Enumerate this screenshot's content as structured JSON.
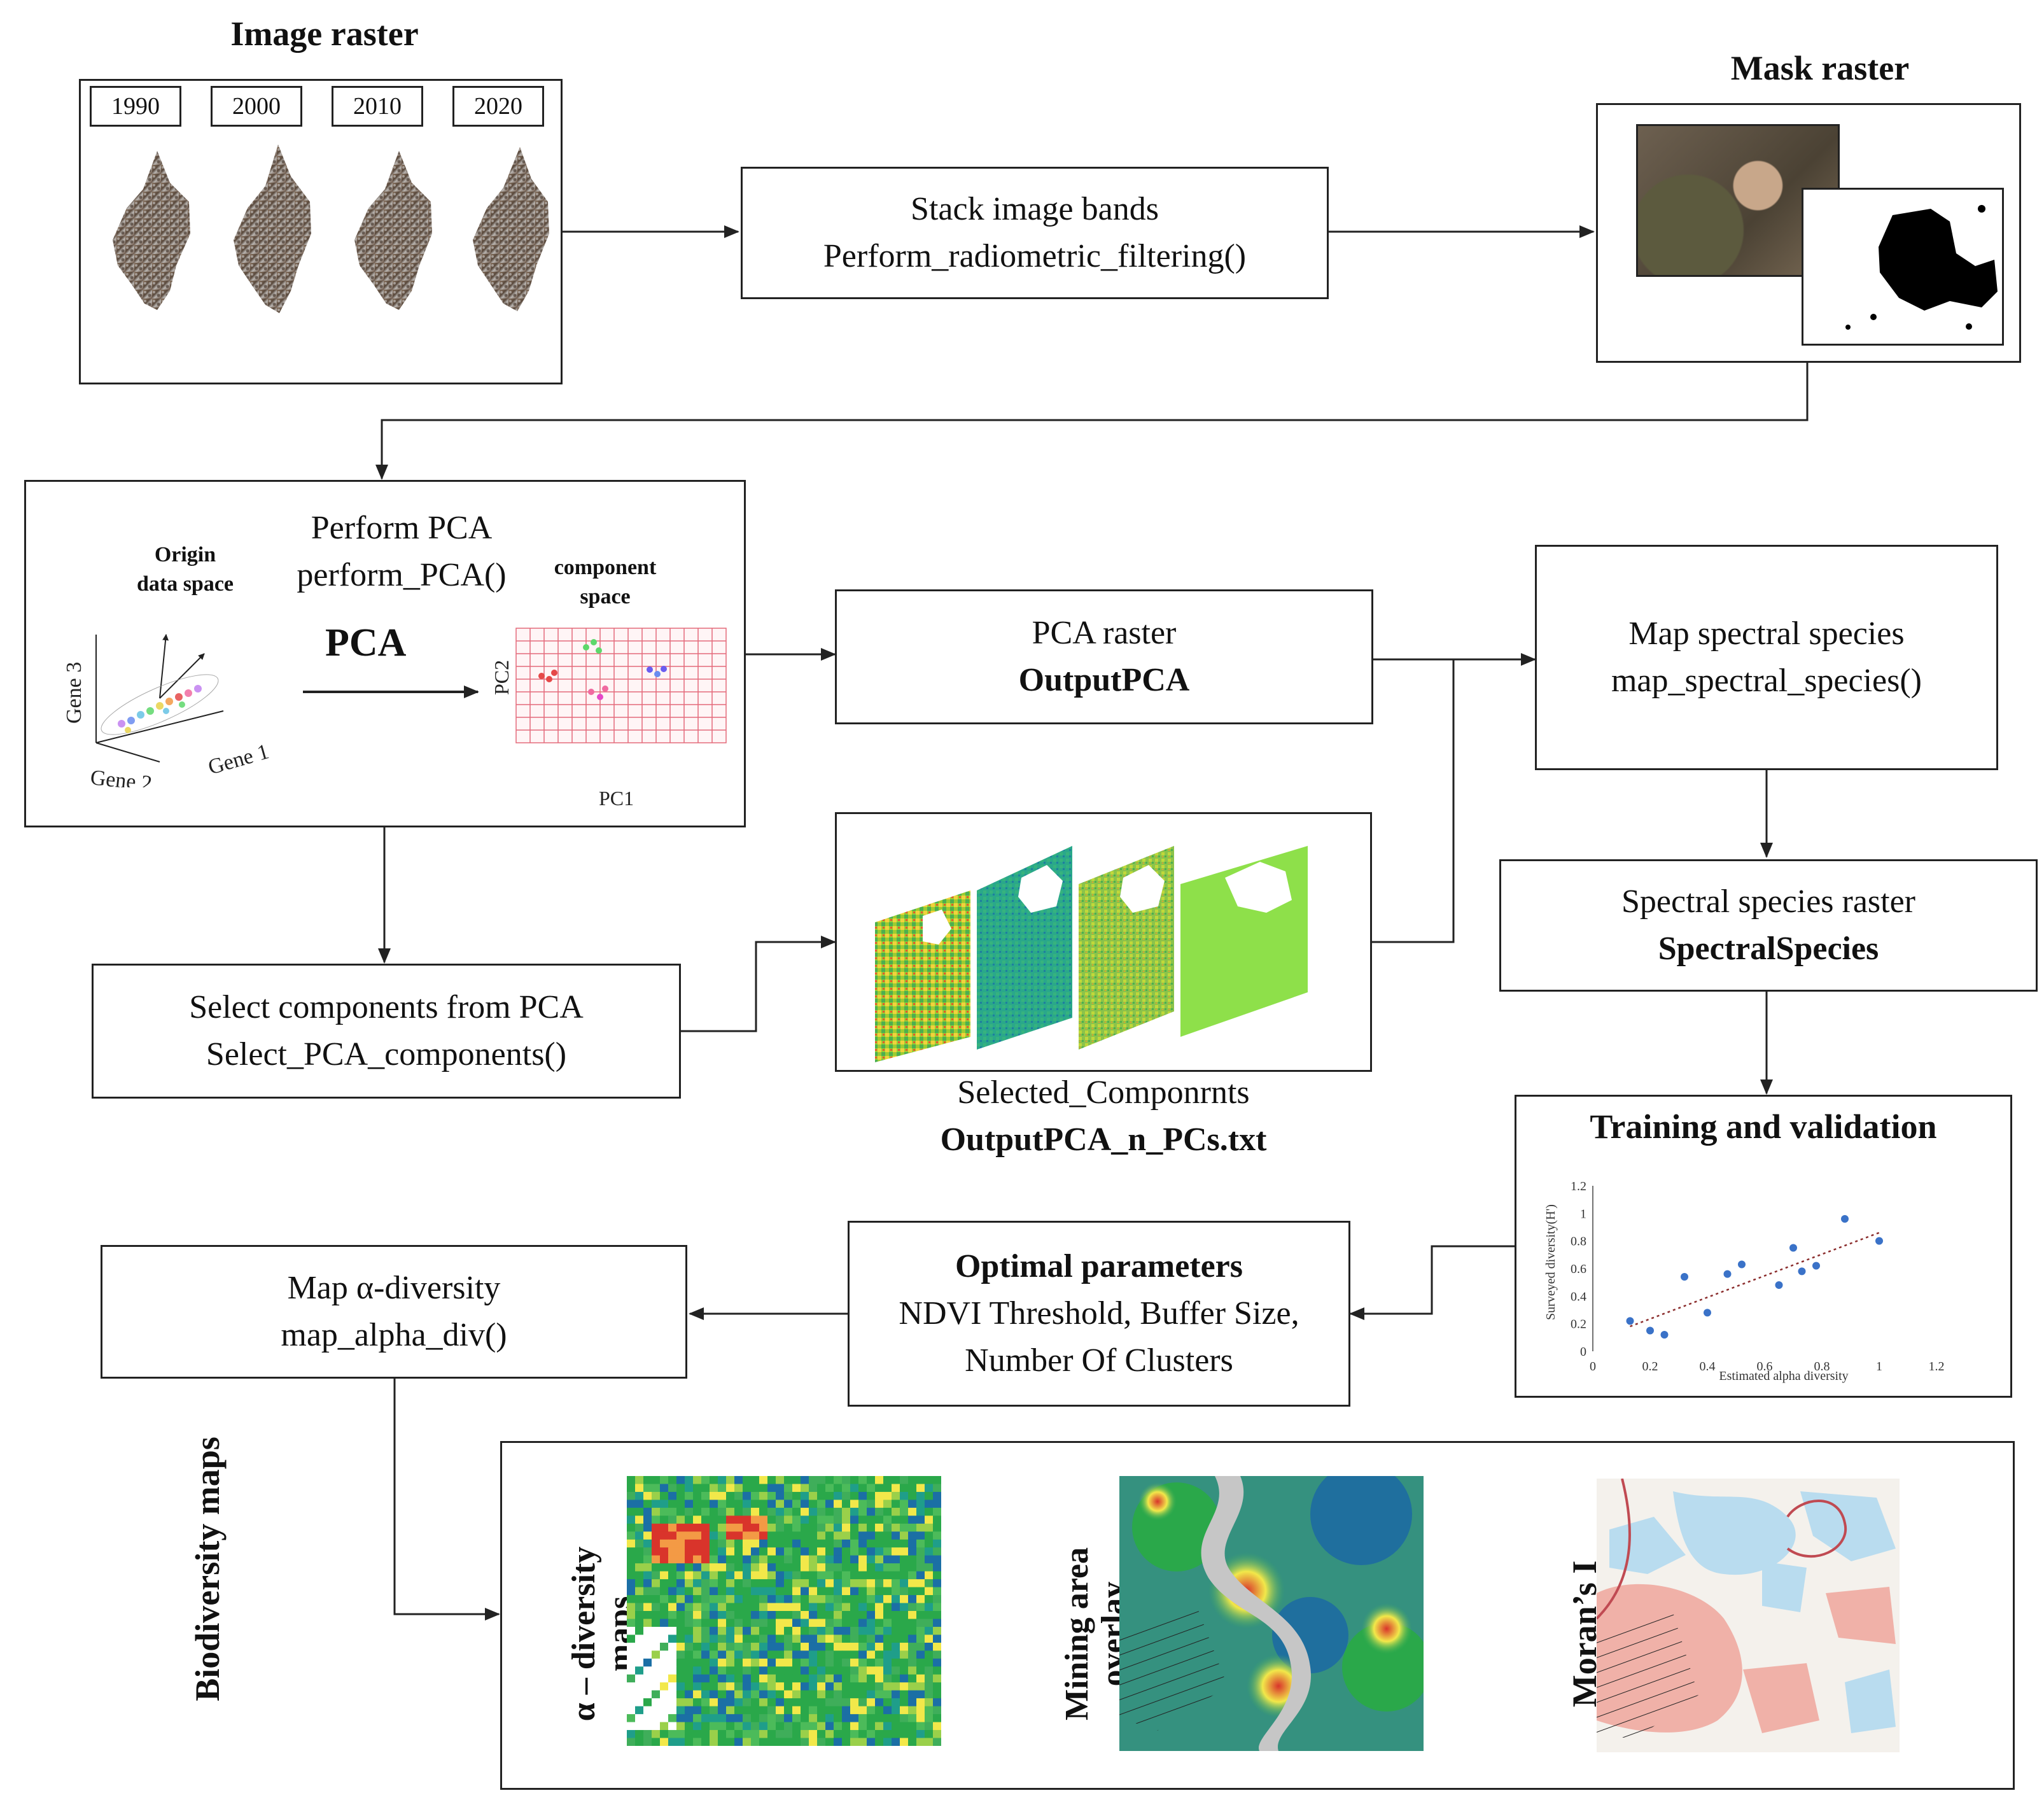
{
  "image_raster": {
    "title": "Image raster",
    "years": [
      "1990",
      "2000",
      "2010",
      "2020"
    ]
  },
  "stack": {
    "line1": "Stack image bands",
    "line2": "Perform_radiometric_filtering()"
  },
  "mask": {
    "title": "Mask raster"
  },
  "pca": {
    "line1": "Perform PCA",
    "line2": "perform_PCA()",
    "center_label": "PCA",
    "origin_label_1": "Origin",
    "origin_label_2": "data space",
    "component_label_1": "component",
    "component_label_2": "space",
    "gene1": "Gene 1",
    "gene2": "Gene 2",
    "gene3": "Gene 3",
    "pc1": "PC1",
    "pc2": "PC2"
  },
  "pca_raster": {
    "line1": "PCA raster",
    "line2": "OutputPCA"
  },
  "map_species": {
    "line1": "Map spectral species",
    "line2": "map_spectral_species()"
  },
  "select": {
    "line1": "Select components from PCA",
    "line2": "Select_PCA_components()"
  },
  "selected": {
    "line1": "Selected_Componrnts",
    "line2": "OutputPCA_n_PCs.txt"
  },
  "spectral_raster": {
    "line1": "Spectral species raster",
    "line2": "SpectralSpecies"
  },
  "training": {
    "title": "Training and validation",
    "xlabel": "Estimated alpha diversity",
    "ylabel": "Surveyed diversity(H')",
    "xticks": [
      "0",
      "0.2",
      "0.4",
      "0.6",
      "0.8",
      "1",
      "1.2"
    ],
    "yticks": [
      "0",
      "0.2",
      "0.4",
      "0.6",
      "0.8",
      "1",
      "1.2"
    ]
  },
  "optimal": {
    "title": "Optimal parameters",
    "line1": "NDVI Threshold, Buffer Size,",
    "line2": "Number Of Clusters"
  },
  "map_alpha": {
    "line1": "Map α-diversity",
    "line2": "map_alpha_div()"
  },
  "bottom": {
    "side_label": "Biodiversity maps",
    "label_alpha_1": "α – diversity",
    "label_alpha_2": "maps",
    "label_mining_1": "Mining area",
    "label_mining_2": "overlay",
    "label_moran": "Moran’s I"
  },
  "colors": {
    "line": "#222222",
    "grid_red": "#e46a7a",
    "green": "#2aa84a",
    "yellow": "#f2e84a",
    "teal": "#1b9e8a",
    "pink": "#f0b1a8",
    "lightblue": "#b9dcef"
  },
  "chart_data": {
    "type": "scatter",
    "title": "",
    "xlabel": "Estimated alpha diversity",
    "ylabel": "Surveyed diversity(H')",
    "xlim": [
      0,
      1.2
    ],
    "ylim": [
      0,
      1.2
    ],
    "points": [
      [
        0.13,
        0.22
      ],
      [
        0.2,
        0.15
      ],
      [
        0.25,
        0.12
      ],
      [
        0.32,
        0.54
      ],
      [
        0.4,
        0.28
      ],
      [
        0.47,
        0.56
      ],
      [
        0.52,
        0.63
      ],
      [
        0.65,
        0.48
      ],
      [
        0.7,
        0.75
      ],
      [
        0.73,
        0.58
      ],
      [
        0.78,
        0.62
      ],
      [
        0.88,
        0.96
      ],
      [
        1.0,
        0.8
      ]
    ],
    "trendline": {
      "style": "dotted",
      "from": [
        0.13,
        0.18
      ],
      "to": [
        1.0,
        0.86
      ]
    }
  }
}
